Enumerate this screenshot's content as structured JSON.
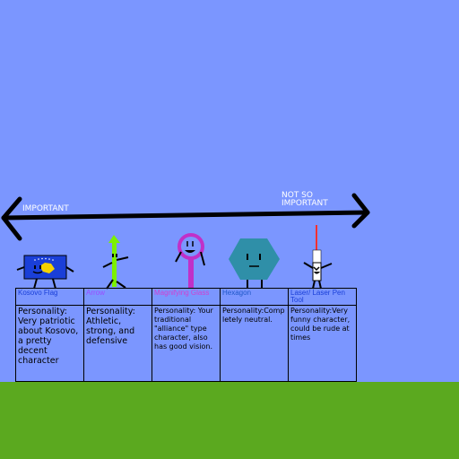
{
  "colors": {
    "sky": "#7b96ff",
    "ground": "#5ba91f",
    "line": "#000000",
    "flag_blue": "#1a3fd8",
    "flag_gold": "#f5d200",
    "arrow_green": "#7cf000",
    "magnifier_purple": "#c030c8",
    "hexagon_teal": "#2f8fa8",
    "laser_red": "#ff3030"
  },
  "scale": {
    "left_label": "IMPORTANT",
    "right_label": "NOT SO IMPORTANT"
  },
  "characters": [
    {
      "name": "Kosovo Flag",
      "name_color": "#1a3fd8",
      "personality": "Personality: Very patriotic about Kosovo, a pretty decent character",
      "icon": "kosovo-flag-character"
    },
    {
      "name": "Arrow",
      "name_color": "#9c4cff",
      "personality": "Personality: Athletic, strong, and defensive",
      "icon": "arrow-character"
    },
    {
      "name": "Magnifying Glass",
      "name_color": "#d040d0",
      "personality": "Personality: Your traditional \"alliance\" type character, also has good vision.",
      "icon": "magnifying-glass-character"
    },
    {
      "name": "Hexagon",
      "name_color": "#1f57c8",
      "personality": "Personality:Comp letely neutral.",
      "icon": "hexagon-character"
    },
    {
      "name": "Laser/ Laser Pen Tool",
      "name_color": "#1a3fd8",
      "personality": "Personality:Very funny character, could be rude at times",
      "icon": "laser-pen-character"
    }
  ]
}
